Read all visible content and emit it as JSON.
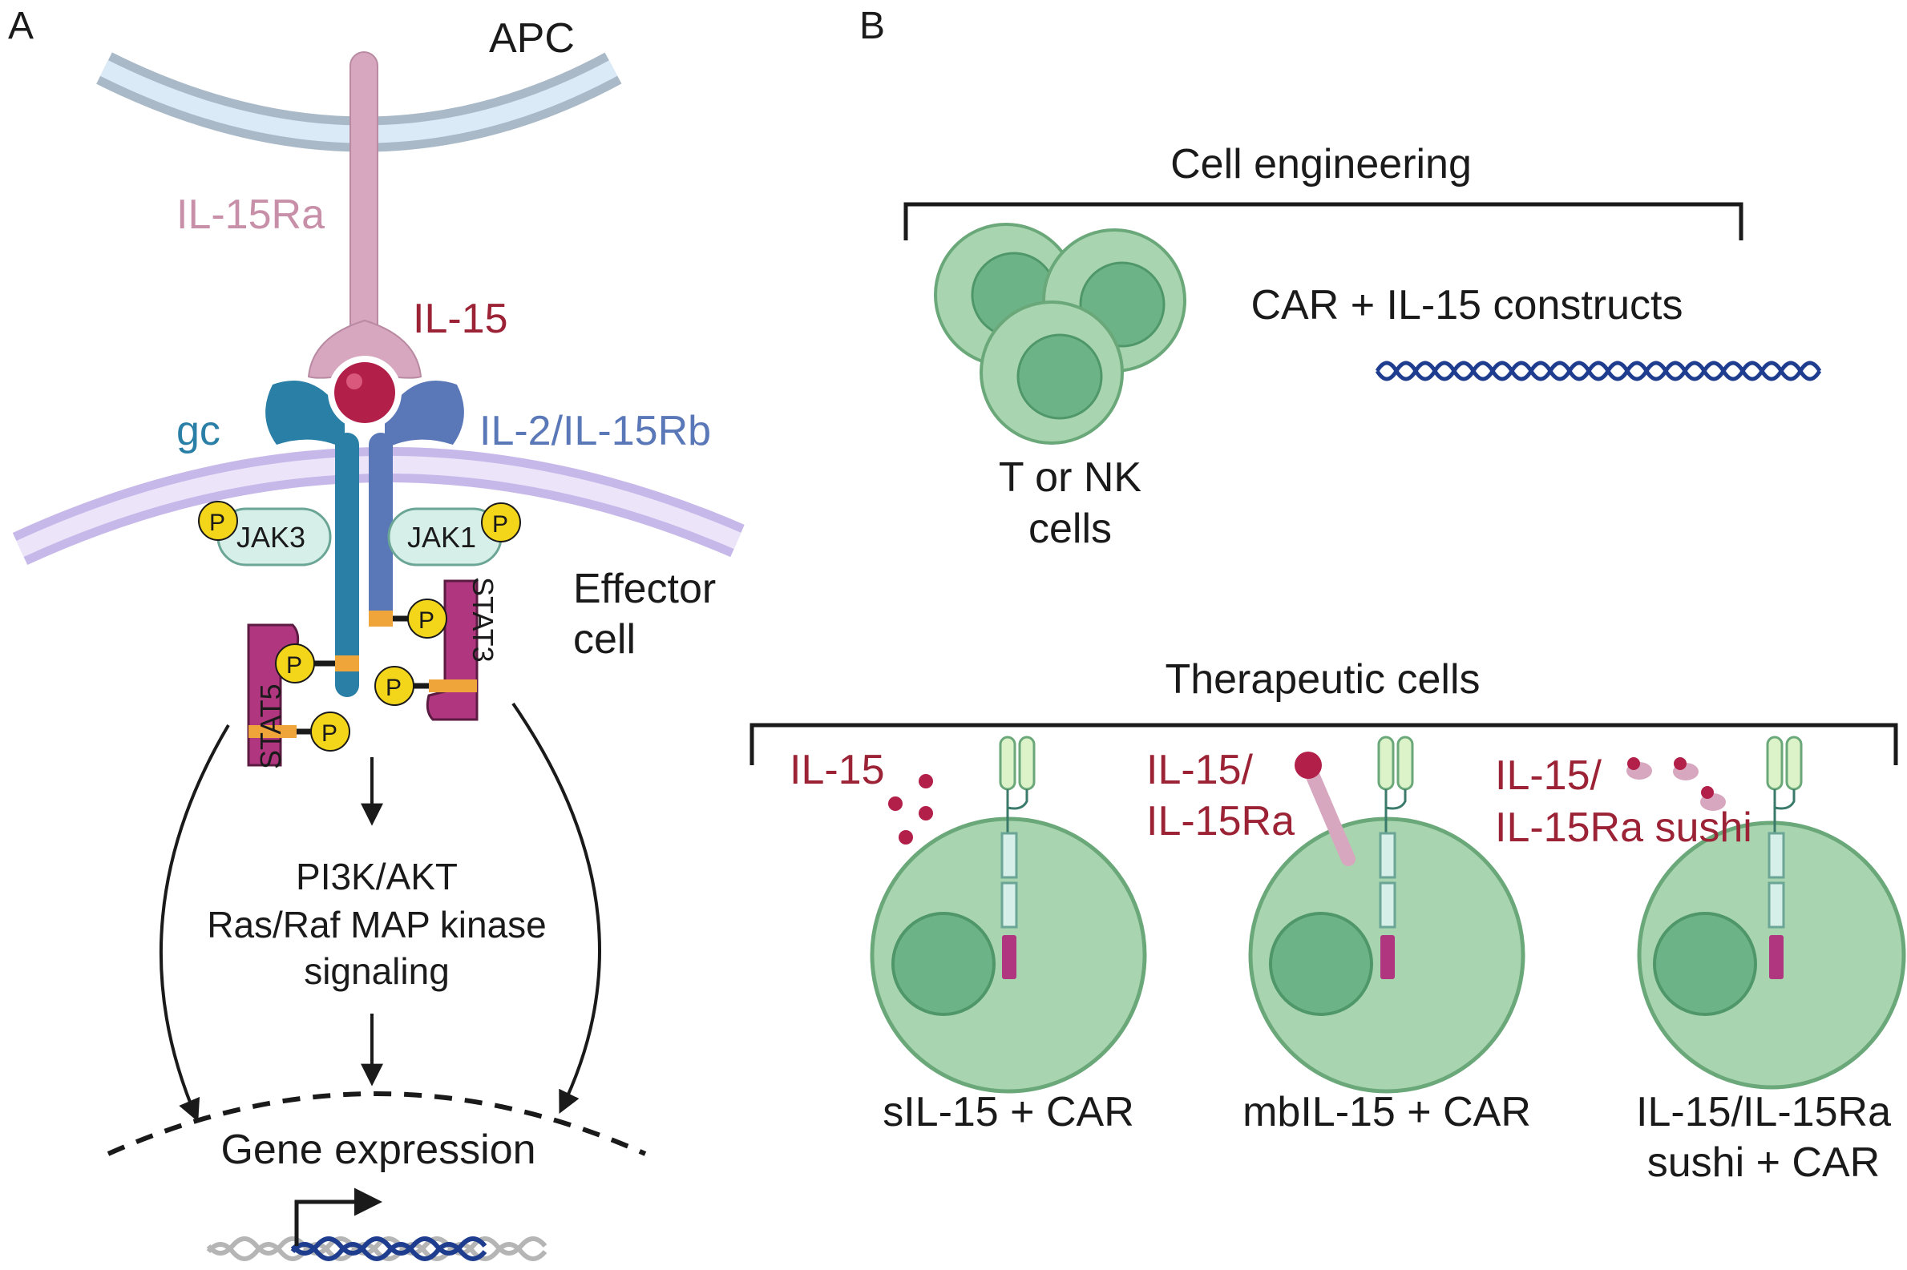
{
  "panels": {
    "a": "A",
    "b": "B"
  },
  "panel_a": {
    "apc": "APC",
    "il15ra": "IL-15Ra",
    "il15": "IL-15",
    "gc": "gc",
    "il2_il15rb": "IL-2/IL-15Rb",
    "jak3": "JAK3",
    "jak1": "JAK1",
    "p": "P",
    "effector_line1": "Effector",
    "effector_line2": "cell",
    "stat5": "STAT5",
    "stat3": "STAT3",
    "signaling_line1": "PI3K/AKT",
    "signaling_line2": "Ras/Raf MAP kinase",
    "signaling_line3": "signaling",
    "gene_expression": "Gene expression"
  },
  "panel_b": {
    "cell_engineering": "Cell engineering",
    "construct": "CAR + IL-15 constructs",
    "cells_line1": "T or NK",
    "cells_line2": "cells",
    "therapeutic": "Therapeutic cells",
    "label1": "IL-15",
    "label2_line1": "IL-15/",
    "label2_line2": "IL-15Ra",
    "label3_line1": "IL-15/",
    "label3_line2": "IL-15Ra sushi",
    "caption1": "sIL-15 + CAR",
    "caption2": "mbIL-15 + CAR",
    "caption3_line1": "IL-15/IL-15Ra",
    "caption3_line2": "sushi + CAR"
  },
  "colors": {
    "cell_fill": "#a8d5b0",
    "nucleus": "#6db388",
    "il15": "#b2204a",
    "jak": "#d7efe9",
    "stat": "#b0377f",
    "phospho": "#f3d51a",
    "gc": "#2a7fa6",
    "rb": "#5a78b8"
  }
}
